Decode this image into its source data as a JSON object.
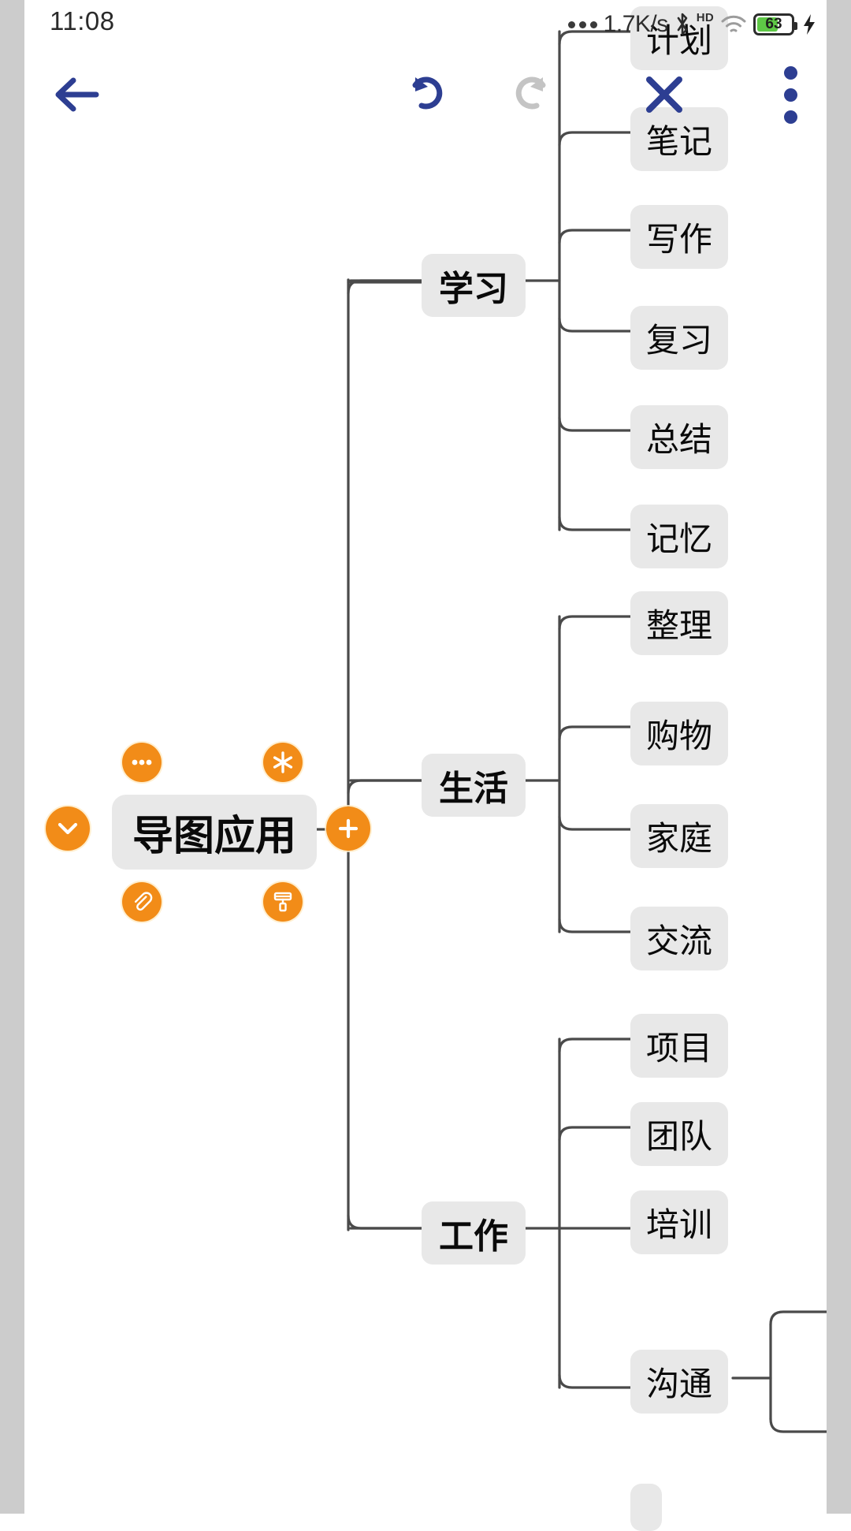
{
  "status_bar": {
    "time": "11:08",
    "network_speed": "1.7K/s",
    "overflow_dots": "…",
    "bluetooth_icon": "bluetooth-icon",
    "hd_label": "HD",
    "wifi_icon": "wifi-icon",
    "battery_percent": "63",
    "battery_level": 63,
    "charging_icon": "charging-bolt-icon"
  },
  "toolbar": {
    "back_icon": "back-arrow-icon",
    "undo_icon": "undo-icon",
    "redo_icon": "redo-icon",
    "close_icon": "close-x-icon",
    "more_icon": "more-vertical-icon",
    "undo_enabled": true,
    "redo_enabled": false
  },
  "colors": {
    "accent_blue": "#2d3e92",
    "accent_orange": "#f28c18",
    "node_fill": "#e8e8e8",
    "link_stroke": "#4a4a4a",
    "gutter": "#cccccc",
    "battery_green": "#5ec846"
  },
  "root_actions": [
    {
      "name": "more-options-button",
      "icon": "ellipsis-icon",
      "label": "•••"
    },
    {
      "name": "add-icon-button",
      "icon": "asterisk-icon",
      "label": "✳"
    },
    {
      "name": "collapse-button",
      "icon": "chevron-down-icon",
      "label": "⌄"
    },
    {
      "name": "attachment-button",
      "icon": "paperclip-icon",
      "label": "📎"
    },
    {
      "name": "format-brush-button",
      "icon": "paint-format-icon",
      "label": "🖌"
    },
    {
      "name": "add-child-button",
      "icon": "plus-icon",
      "label": "+"
    }
  ],
  "mindmap": {
    "root": {
      "label": "导图应用"
    },
    "branches": [
      {
        "label": "学习",
        "children": [
          {
            "label": "计划"
          },
          {
            "label": "笔记"
          },
          {
            "label": "写作"
          },
          {
            "label": "复习"
          },
          {
            "label": "总结"
          },
          {
            "label": "记忆"
          }
        ]
      },
      {
        "label": "生活",
        "children": [
          {
            "label": "整理"
          },
          {
            "label": "购物"
          },
          {
            "label": "家庭"
          },
          {
            "label": "交流"
          }
        ]
      },
      {
        "label": "工作",
        "children": [
          {
            "label": "项目"
          },
          {
            "label": "团队"
          },
          {
            "label": "培训"
          },
          {
            "label": "沟通"
          }
        ]
      }
    ]
  }
}
